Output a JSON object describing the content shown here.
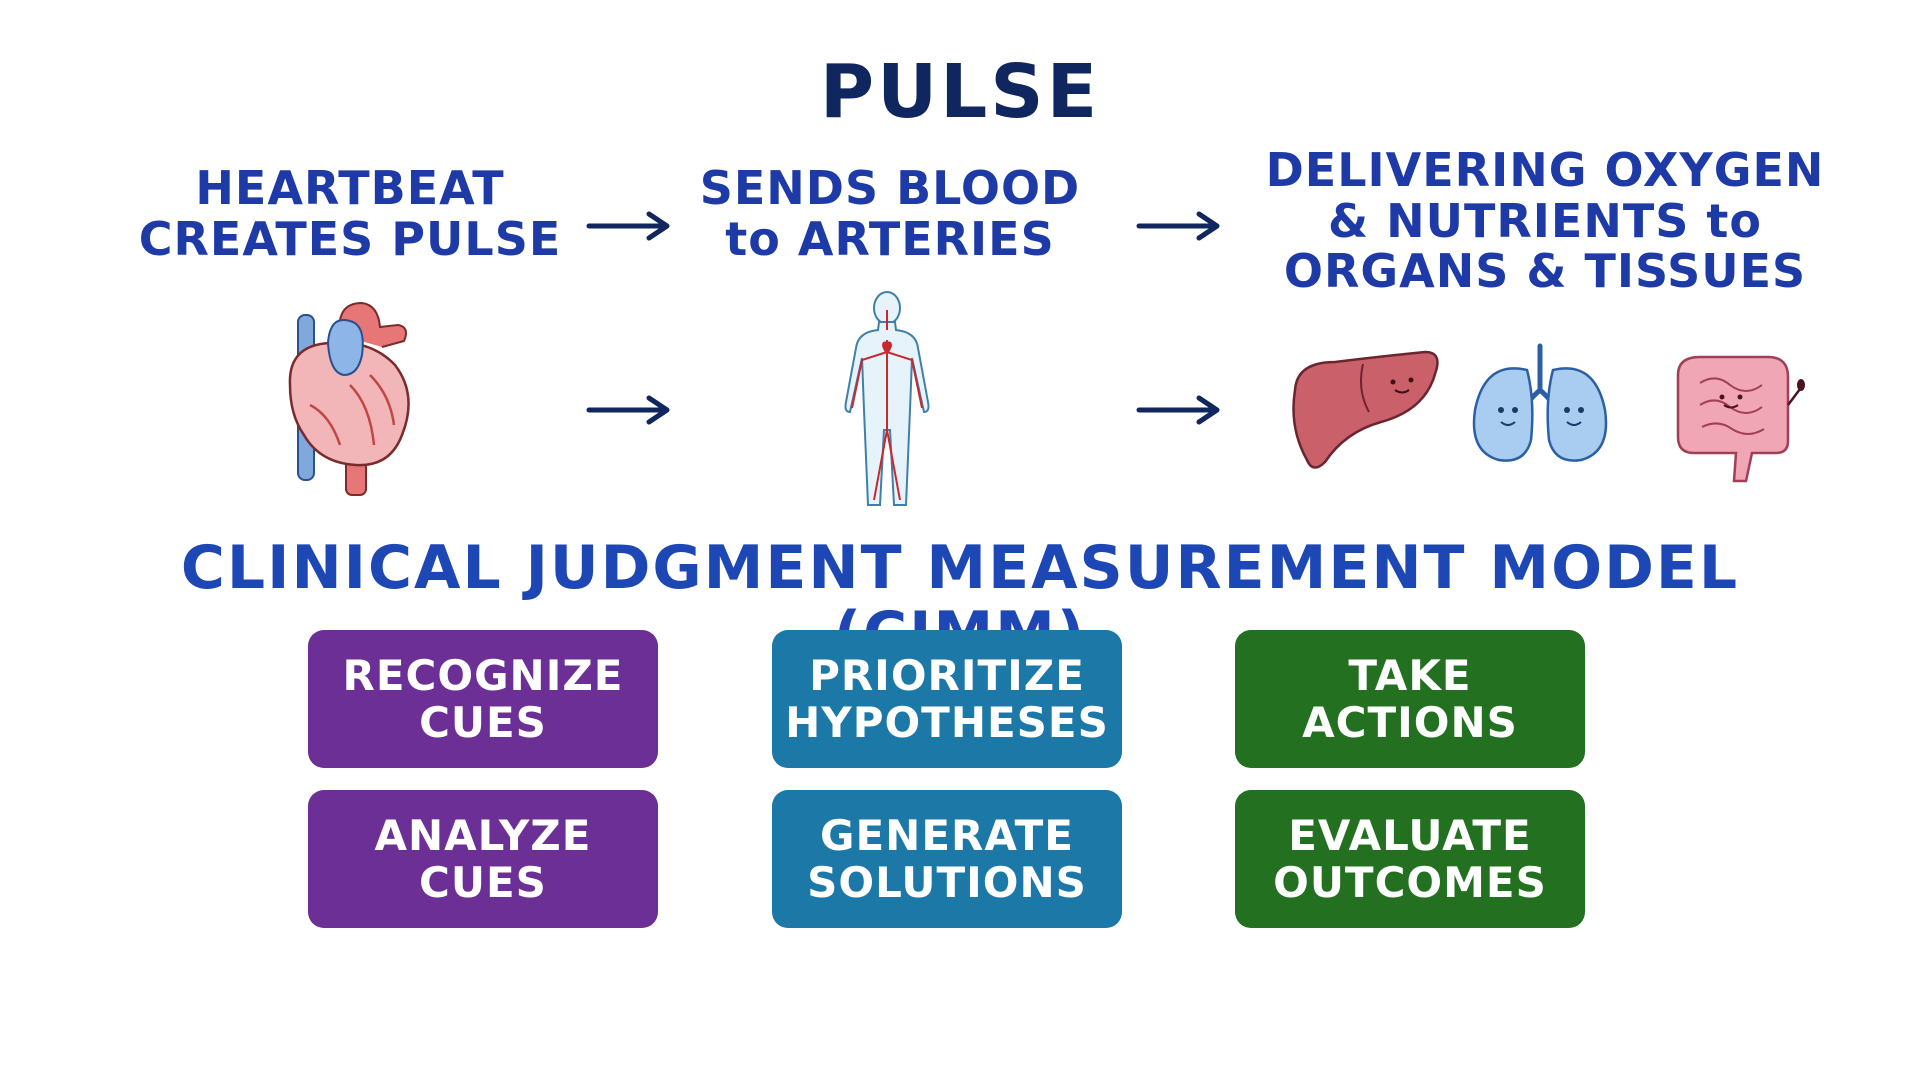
{
  "title": "PULSE",
  "flow": {
    "step1": "HEARTBEAT\nCREATES PULSE",
    "step2": "SENDS BLOOD\nto ARTERIES",
    "step3": "DELIVERING OXYGEN\n& NUTRIENTS to\nORGANS & TISSUES"
  },
  "cjmm": {
    "heading": "CLINICAL JUDGMENT MEASUREMENT MODEL (CJMM)",
    "boxes": [
      "RECOGNIZE\nCUES",
      "PRIORITIZE\nHYPOTHESES",
      "TAKE\nACTIONS",
      "ANALYZE\nCUES",
      "GENERATE\nSOLUTIONS",
      "EVALUATE\nOUTCOMES"
    ]
  },
  "illustrations": [
    "heart-icon",
    "human-body-icon",
    "liver-icon",
    "lungs-icon",
    "intestines-icon"
  ],
  "colors": {
    "title": "#10265e",
    "text": "#1d3aa6",
    "purple": "#6b2f95",
    "teal": "#1c78a6",
    "green": "#237020"
  }
}
